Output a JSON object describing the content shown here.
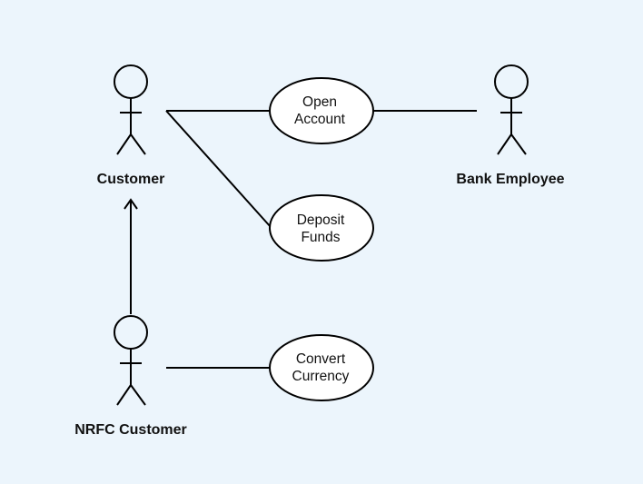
{
  "actors": {
    "customer": {
      "label": "Customer"
    },
    "bank_employee": {
      "label": "Bank Employee"
    },
    "nrfc_customer": {
      "label": "NRFC Customer"
    }
  },
  "use_cases": {
    "open_account": {
      "lines": [
        "Open",
        "Account"
      ]
    },
    "deposit_funds": {
      "lines": [
        "Deposit",
        "Funds"
      ]
    },
    "convert_currency": {
      "lines": [
        "Convert",
        "Currency"
      ]
    }
  },
  "colors": {
    "background": "#ecf5fc",
    "stroke": "#000000",
    "use_case_fill": "#ffffff",
    "text": "#111111"
  }
}
